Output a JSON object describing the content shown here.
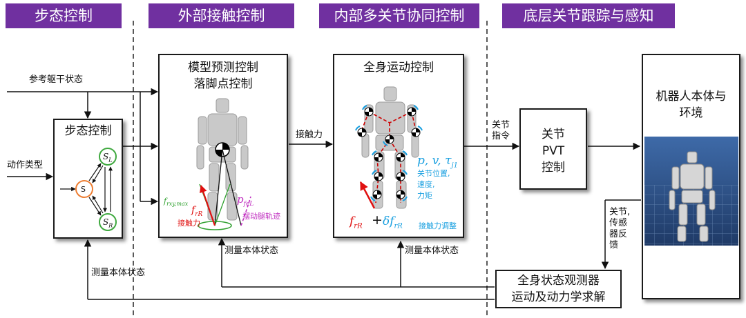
{
  "headers": {
    "gait": "步态控制",
    "external": "外部接触控制",
    "internal": "内部多关节协同控制",
    "bottom": "底层关节跟踪与感知"
  },
  "inputs": {
    "torso_ref": "参考躯干状态",
    "action_type": "动作类型"
  },
  "gait_box": {
    "title": "步态控制",
    "state_center": "S",
    "state_left": "S",
    "state_left_sub": "L",
    "state_right": "S",
    "state_right_sub": "R"
  },
  "mpc_box": {
    "title_line1": "模型预测控制",
    "title_line2": "落脚点控制",
    "f_max": "f",
    "f_max_sub": "rxy,max",
    "f_rr": "f",
    "f_rr_sub": "rR",
    "p_fel": "p",
    "p_fel_sub": "feL",
    "contact_force_cn": "接触力",
    "swing_traj_cn": "摆动腿轨迹"
  },
  "wbc_box": {
    "title": "全身运动控制",
    "pvt_symbols": "p, v, τ",
    "pvt_sub": "j1",
    "joint_position": "关节位置,",
    "velocity": "速度,",
    "torque": "力矩",
    "f_r": "f",
    "f_r_sub": "rR",
    "plus": "+",
    "delta_f": "δf",
    "delta_f_sub": "rR",
    "adjust_cn": "接触力调整"
  },
  "pvt_box": {
    "line1": "关节",
    "line2": "PVT",
    "line3": "控制"
  },
  "robot_box": {
    "line1": "机器人本体与",
    "line2": "环境"
  },
  "observer_box": {
    "line1": "全身状态观测器",
    "line2": "运动及动力学求解"
  },
  "edge_labels": {
    "contact_force": "接触力",
    "joint_cmd_1": "关节",
    "joint_cmd_2": "指令",
    "feedback_1": "关节,",
    "feedback_2": "传感",
    "feedback_3": "器反",
    "feedback_4": "馈",
    "measured_1": "测量本体状态",
    "measured_2": "测量本体状态",
    "measured_3": "测量本体状态"
  },
  "colors": {
    "header_purple": "#7030a0",
    "state_orange": "#ed7d31",
    "state_green": "#3ea83e",
    "force_red": "#e01010",
    "swing_magenta": "#c030c0",
    "friction_green": "#2ea02e",
    "joint_cyan": "#1aa0e0"
  }
}
